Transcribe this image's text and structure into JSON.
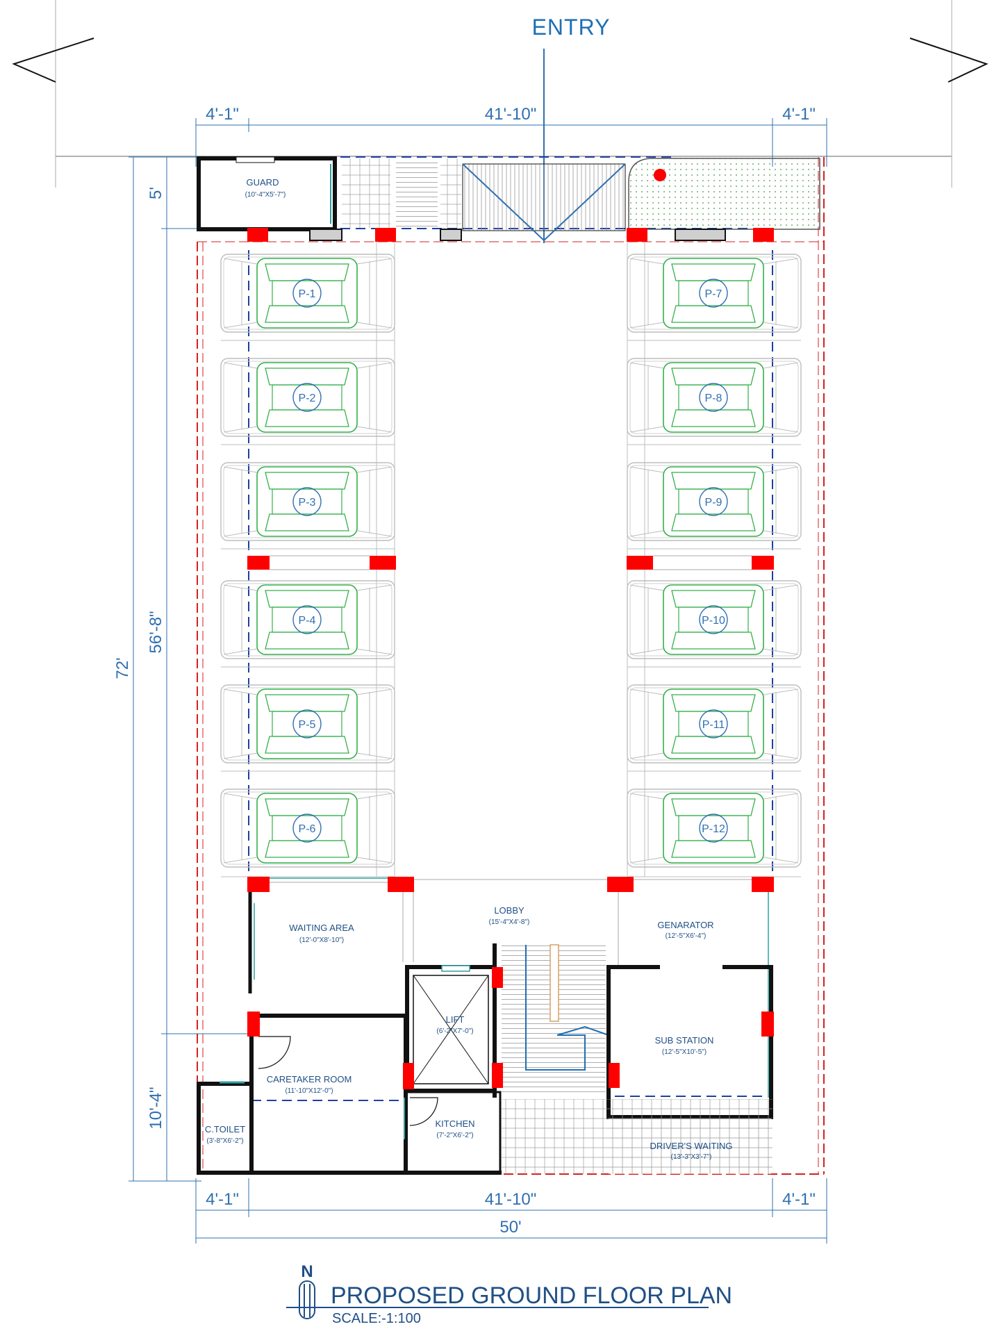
{
  "entry_label": "ENTRY",
  "dimensions": {
    "top_left": "4'-1\"",
    "top_mid": "41'-10\"",
    "top_right": "4'-1\"",
    "bottom_left": "4'-1\"",
    "bottom_mid": "41'-10\"",
    "bottom_right": "4'-1\"",
    "overall_width": "50'",
    "overall_depth": "72'",
    "front_setback": "5'",
    "parking_depth": "56'-8\"",
    "rear_depth": "10'-4\""
  },
  "rooms": {
    "guard": {
      "name": "GUARD",
      "size": "(10'-4\"X5'-7\")"
    },
    "waiting_area": {
      "name": "WAITING AREA",
      "size": "(12'-0\"X8'-10\")"
    },
    "lobby": {
      "name": "LOBBY",
      "size": "(15'-4\"X4'-8\")"
    },
    "genarator": {
      "name": "GENARATOR",
      "size": "(12'-5\"X6'-4\")"
    },
    "lift": {
      "name": "LIFT",
      "size": "(6'-2\"X7'-0\")"
    },
    "sub_station": {
      "name": "SUB STATION",
      "size": "(12'-5\"X10'-5\")"
    },
    "caretaker": {
      "name": "CARETAKER ROOM",
      "size": "(11'-10\"X12'-0\")"
    },
    "kitchen": {
      "name": "KITCHEN",
      "size": "(7'-2\"X6'-2\")"
    },
    "toilet": {
      "name": "C.TOILET",
      "size": "(3'-8\"X6'-2\")"
    },
    "drivers_waiting": {
      "name": "DRIVER'S WAITING",
      "size": "(13'-3\"X3'-7\")"
    }
  },
  "parking": {
    "left": [
      "P-1",
      "P-2",
      "P-3",
      "P-4",
      "P-5",
      "P-6"
    ],
    "right": [
      "P-7",
      "P-8",
      "P-9",
      "P-10",
      "P-11",
      "P-12"
    ]
  },
  "title": "PROPOSED GROUND FLOOR PLAN",
  "scale": "SCALE:-1:100",
  "north": "N",
  "colors": {
    "dimension": "#2f6fb0",
    "column": "#ff0000",
    "boundary": "#d42020",
    "car": "#33b04a",
    "wall": "#111111"
  }
}
